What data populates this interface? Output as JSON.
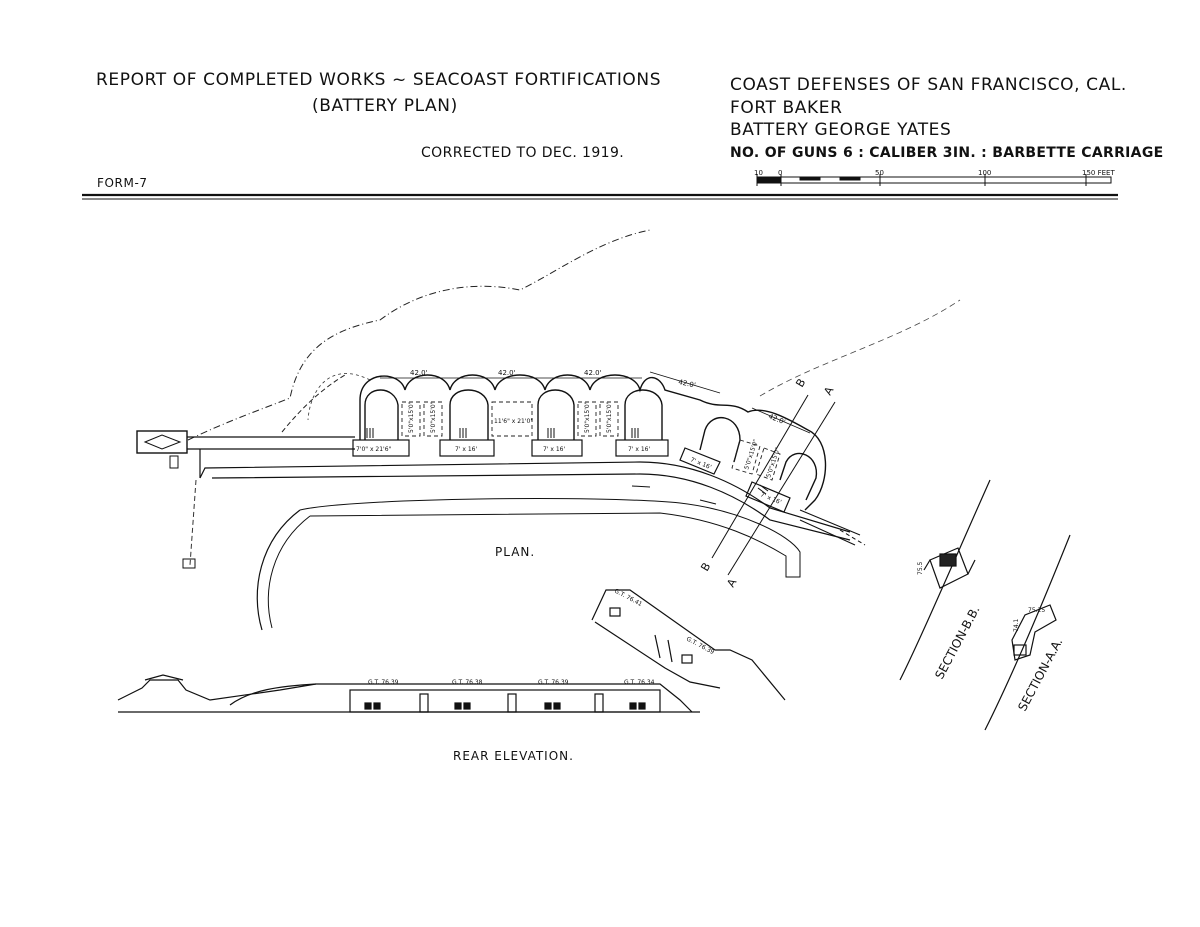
{
  "header": {
    "report_title": "REPORT OF COMPLETED WORKS ~ SEACOAST FORTIFICATIONS",
    "report_subtitle": "(BATTERY PLAN)",
    "corrected": "CORRECTED TO DEC. 1919.",
    "form": "FORM-7",
    "location": "COAST DEFENSES OF SAN FRANCISCO, CAL.",
    "fort": "FORT BAKER",
    "battery": "BATTERY GEORGE YATES",
    "guns": "NO. OF GUNS 6 : CALIBER 3IN. : BARBETTE CARRIAGE"
  },
  "scale_bar": {
    "ticks": [
      "10",
      "0",
      "50",
      "100",
      "150 FEET"
    ]
  },
  "plan": {
    "label": "PLAN.",
    "spacing_labels": [
      "42.0'",
      "42.0'",
      "42.0'",
      "42.0'",
      "42.0'"
    ],
    "room_dims": [
      "5'0\"x15'0\"",
      "5'0\"x15'0\"",
      "11'6\" x 21'0\"",
      "5'0\"x15'0\"",
      "5'0\"x15'0\"",
      "5'0\"x15'0\"",
      "5'0\"x15'0\""
    ],
    "platform_dims": [
      "7'0\" x 21'6\"",
      "7' x 16'",
      "7' x 16'",
      "7' x 16'",
      "7' x 16'",
      "7' x 16'"
    ],
    "section_marks": [
      "B",
      "A",
      "B",
      "A"
    ]
  },
  "rear_elevation": {
    "label": "REAR ELEVATION.",
    "gun_tops": [
      "G.T. 76.39",
      "G.T. 76.38",
      "G.T. 76.39",
      "G.T. 76.34",
      "G.T. 76.41",
      "G.T. 76.39"
    ]
  },
  "sections": {
    "bb_label": "SECTION-B.B.",
    "aa_label": "SECTION-A.A.",
    "bb_elev": "75.5",
    "aa_elev": "75.25",
    "aa_elev_low": "74.1"
  }
}
